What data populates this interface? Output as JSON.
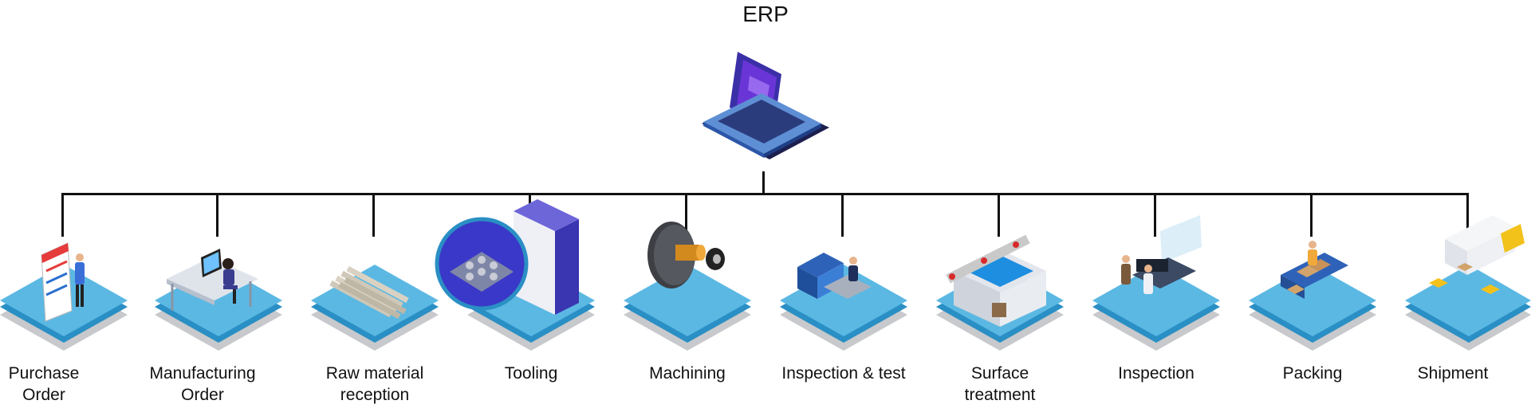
{
  "header": {
    "title": "ERP"
  },
  "stations": [
    {
      "id": "purchase-order",
      "label": "Purchase\nOrder",
      "icon": "purchase-order-board-icon"
    },
    {
      "id": "manufacturing-order",
      "label": "Manufacturing\nOrder",
      "icon": "office-desk-computer-icon"
    },
    {
      "id": "raw-material",
      "label": "Raw material\nreception",
      "icon": "metal-bars-icon"
    },
    {
      "id": "tooling",
      "label": "Tooling",
      "icon": "tooling-magnifier-icon"
    },
    {
      "id": "machining",
      "label": "Machining",
      "icon": "machining-chuck-icon"
    },
    {
      "id": "inspection-test",
      "label": "Inspection & test",
      "icon": "inspection-machine-icon"
    },
    {
      "id": "surface-treatment",
      "label": "Surface\ntreatment",
      "icon": "surface-treatment-tank-icon"
    },
    {
      "id": "inspection",
      "label": "Inspection",
      "icon": "inspection-monitor-icon"
    },
    {
      "id": "packing",
      "label": "Packing",
      "icon": "packing-boxes-icon"
    },
    {
      "id": "shipment",
      "label": "Shipment",
      "icon": "shipment-truck-icon"
    }
  ],
  "colors": {
    "platform_top": "#5bb8e3",
    "platform_side": "#2a8fc4",
    "platform_shadow": "#c7c9cc",
    "line": "#111111",
    "laptop": "#2a2e8f"
  }
}
